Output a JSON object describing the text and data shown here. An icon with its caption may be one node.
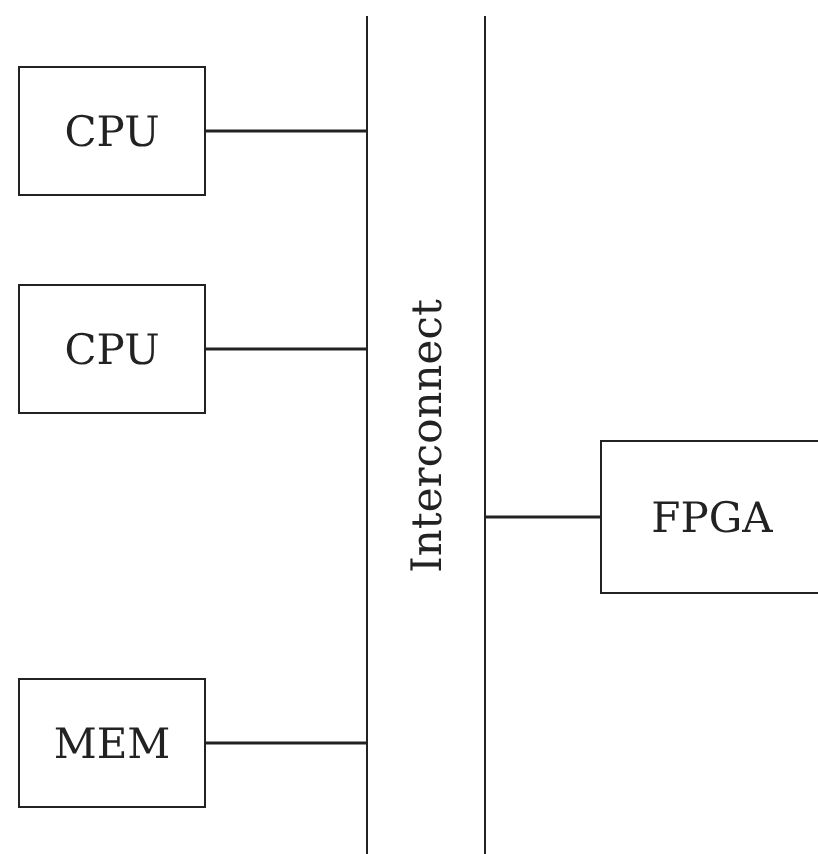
{
  "diagram": {
    "nodes": [
      {
        "text": [
          "CPU"
        ]
      },
      {
        "text": [
          "CPU"
        ]
      },
      {
        "text": [
          "Interconnect"
        ]
      },
      {
        "text": [
          "FPGA"
        ]
      },
      {
        "text": [
          "MEM"
        ]
      }
    ],
    "edges": [
      {
        "from": 0,
        "to": 2,
        "arrow": "none"
      },
      {
        "from": 1,
        "to": 2,
        "arrow": "none"
      },
      {
        "from": 2,
        "to": 3,
        "arrow": "none"
      },
      {
        "from": 4,
        "to": 2,
        "arrow": "none"
      }
    ]
  }
}
